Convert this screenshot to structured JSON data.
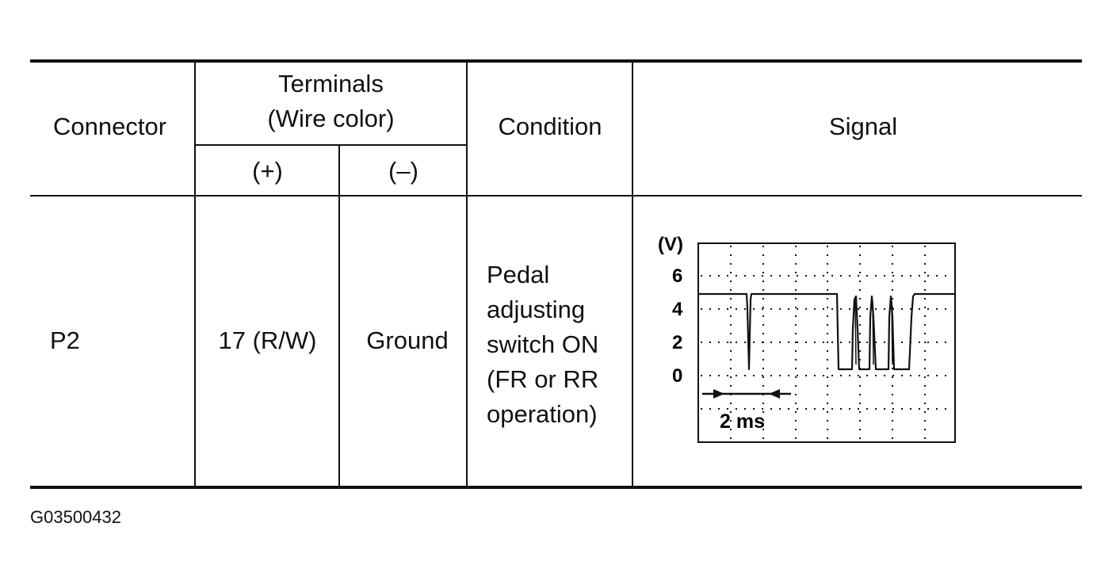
{
  "table": {
    "headers": {
      "connector": "Connector",
      "terminals_line1": "Terminals",
      "terminals_line2": "(Wire color)",
      "plus": "(+)",
      "minus": "(–)",
      "condition": "Condition",
      "signal": "Signal"
    },
    "row": {
      "connector": "P2",
      "plus_terminal": "17 (R/W)",
      "minus_terminal": "Ground",
      "condition_lines": [
        "Pedal",
        "adjusting",
        "switch ON",
        "(FR or RR",
        "operation)"
      ]
    }
  },
  "signal_graph": {
    "y_unit": "(V)",
    "y_ticks": [
      "6",
      "4",
      "2",
      "0"
    ],
    "time_scale": "2 ms"
  },
  "footer": {
    "figure_code": "G03500432"
  }
}
